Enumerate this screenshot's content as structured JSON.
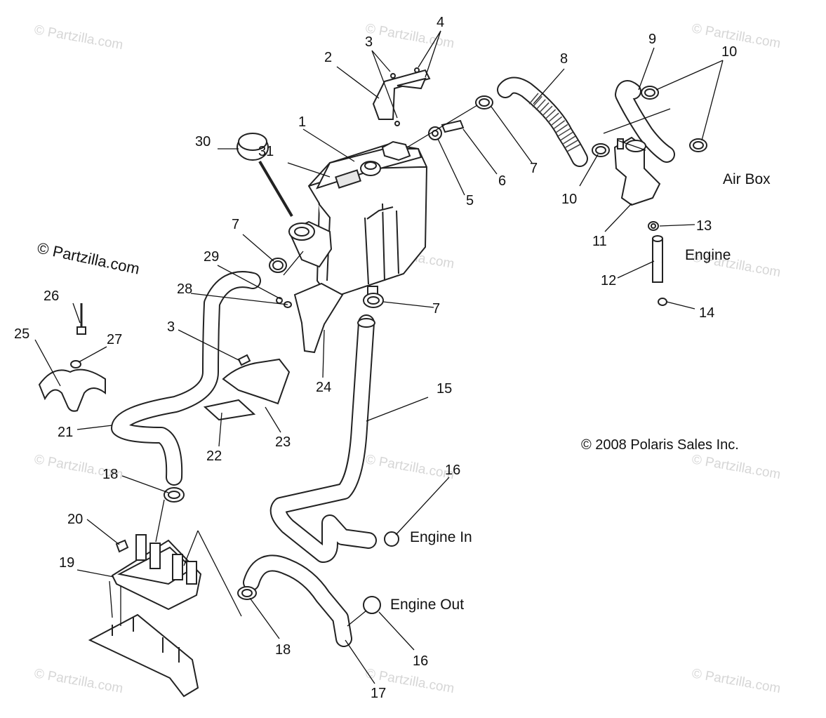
{
  "watermark": "© Partzilla.com",
  "copyright": "© 2008 Polaris Sales Inc.",
  "labels": {
    "air_box": "Air Box",
    "engine": "Engine",
    "engine_in": "Engine In",
    "engine_out": "Engine Out"
  },
  "callouts": [
    "1",
    "2",
    "3",
    "4",
    "5",
    "6",
    "7",
    "8",
    "9",
    "10",
    "11",
    "12",
    "13",
    "14",
    "15",
    "16",
    "17",
    "18",
    "19",
    "20",
    "21",
    "22",
    "23",
    "24",
    "25",
    "26",
    "27",
    "28",
    "29",
    "30",
    "31"
  ]
}
